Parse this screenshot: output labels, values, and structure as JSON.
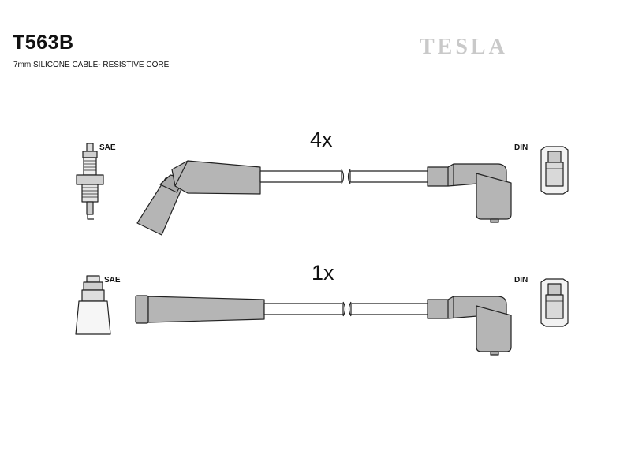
{
  "header": {
    "part_code": "T563B",
    "subtitle": "7mm SILICONE CABLE- RESISTIVE CORE",
    "brand": "TESLA"
  },
  "rows": [
    {
      "quantity": "4x",
      "left_label": "SAE",
      "right_label": "DIN"
    },
    {
      "quantity": "1x",
      "left_label": "SAE",
      "right_label": "DIN"
    }
  ],
  "colors": {
    "fill": "#b5b5b5",
    "stroke": "#222222",
    "brand": "#c9c9c9"
  }
}
